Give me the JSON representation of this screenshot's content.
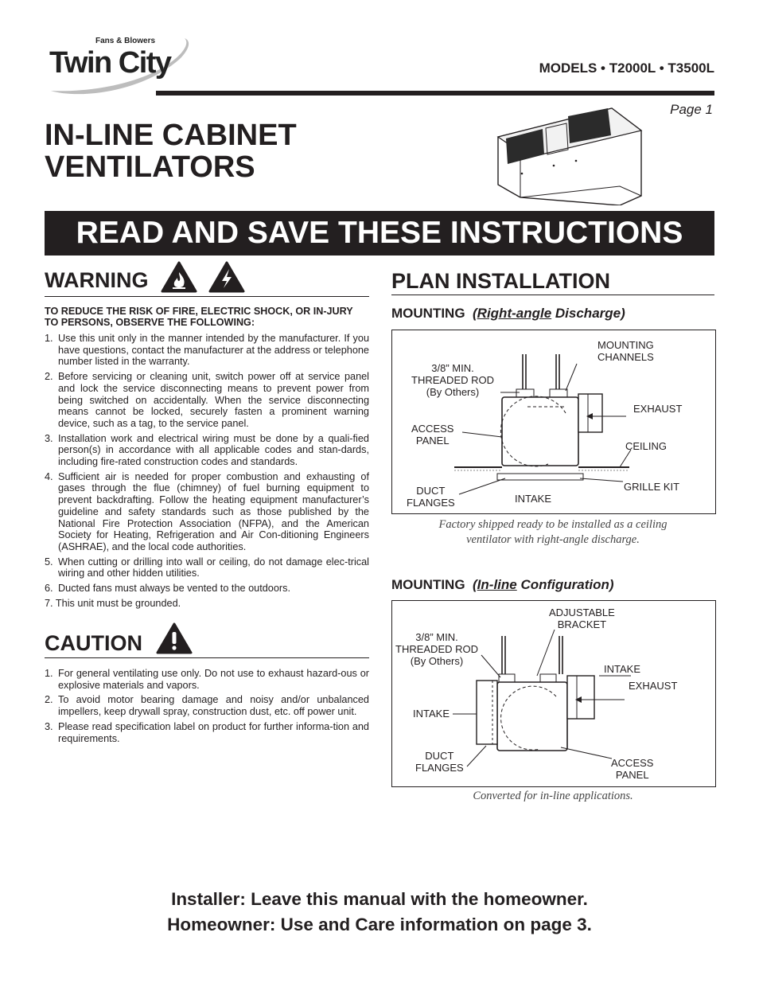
{
  "logo": {
    "tagline": "Fans & Blowers",
    "name": "Twin City"
  },
  "header": {
    "models": "MODELS • T2000L • T3500L",
    "page": "Page 1"
  },
  "title": {
    "line1": "IN-LINE CABINET",
    "line2": "VENTILATORS"
  },
  "banner": "READ AND SAVE THESE INSTRUCTIONS",
  "warning": {
    "heading": "WARNING",
    "icons": [
      "fire-hazard-icon",
      "electric-shock-icon"
    ],
    "intro": "TO REDUCE THE RISK OF FIRE, ELECTRIC SHOCK, OR IN-JURY TO PERSONS, OBSERVE THE FOLLOWING:",
    "items": [
      {
        "num": "1.",
        "text": "Use this unit only in the manner intended by the manufacturer. If you have questions, contact the manufacturer at the address or telephone number listed in the warranty."
      },
      {
        "num": "2.",
        "text": "Before servicing or cleaning unit, switch power off at service panel and lock the service disconnecting means to prevent power from being switched on accidentally. When the service disconnecting means cannot be locked, securely fasten a prominent warning device, such as a tag, to the service panel."
      },
      {
        "num": "3.",
        "text": "Installation work and electrical wiring must be done by a quali-fied person(s) in accordance with all applicable codes and stan-dards, including fire-rated construction codes and standards."
      },
      {
        "num": "4.",
        "text": "Sufficient air is needed for proper combustion and exhausting of gases through the flue (chimney) of fuel burning equipment to prevent backdrafting. Follow the heating equipment manufacturer’s guideline and safety standards such as those published by the National Fire Protection Association (NFPA), and the American Society for Heating, Refrigeration and Air Con-ditioning Engineers (ASHRAE), and the local code authorities."
      },
      {
        "num": "5.",
        "text": "When cutting or drilling into wall or ceiling, do not damage elec-trical wiring and other hidden utilities."
      },
      {
        "num": "6.",
        "text": "Ducted fans must always be vented to the outdoors."
      },
      {
        "num": "7.",
        "text": "This unit must be grounded."
      }
    ]
  },
  "caution": {
    "heading": "CAUTION",
    "icon": "caution-exclamation-icon",
    "items": [
      {
        "num": "1.",
        "text": "For general ventilating use only. Do not use to exhaust hazard-ous or explosive materials and vapors."
      },
      {
        "num": "2.",
        "text": "To avoid motor bearing damage and noisy and/or unbalanced impellers, keep drywall spray, construction dust, etc. off power unit."
      },
      {
        "num": "3.",
        "text": "Please read specification label on product for further informa-tion and requirements."
      }
    ]
  },
  "plan": {
    "heading": "PLAN INSTALLATION",
    "mount1": {
      "label": "MOUNTING",
      "sub_underlined": "Right-angle",
      "sub_rest": " Discharge)",
      "sub_open": "(",
      "labels": {
        "rod": "3/8” MIN.\nTHREADED ROD\n(By Others)",
        "channels": "MOUNTING\nCHANNELS",
        "exhaust": "EXHAUST",
        "access": "ACCESS\nPANEL",
        "ceiling": "CEILING",
        "grille": "GRILLE KIT",
        "duct": "DUCT\nFLANGES",
        "intake": "INTAKE"
      },
      "caption1": "Factory shipped ready to be installed as a ceiling",
      "caption2": "ventilator with right-angle discharge."
    },
    "mount2": {
      "label": "MOUNTING",
      "sub_open": "(",
      "sub_underlined": "In-line",
      "sub_rest": " Configuration)",
      "labels": {
        "bracket": "ADJUSTABLE\nBRACKET",
        "rod": "3/8” MIN.\nTHREADED ROD\n(By Others)",
        "intake_right": "INTAKE",
        "exhaust": "EXHAUST",
        "intake_left": "INTAKE",
        "duct": "DUCT\nFLANGES",
        "access": "ACCESS\nPANEL"
      },
      "caption": "Converted for in-line applications."
    }
  },
  "footer": {
    "line1": "Installer: Leave this manual with the homeowner.",
    "line2": "Homeowner: Use and Care information on page 3."
  }
}
